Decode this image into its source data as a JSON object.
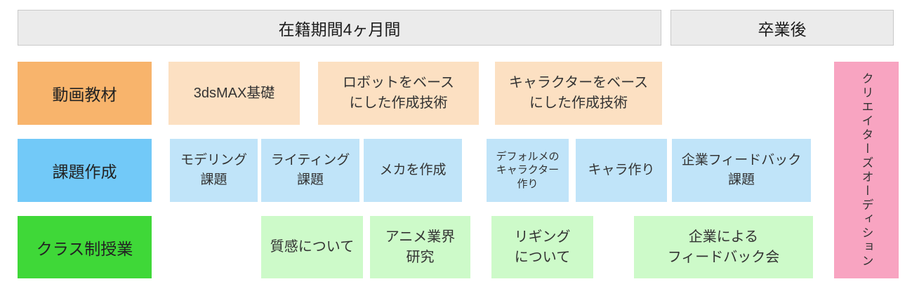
{
  "headers": {
    "enrollment": "在籍期間4ヶ月間",
    "graduation": "卒業後"
  },
  "rows": [
    {
      "label": "動画教材",
      "items": [
        "3dsMAX基礎",
        "ロボットをベース\nにした作成技術",
        "キャラクターをベース\nにした作成技術"
      ]
    },
    {
      "label": "課題作成",
      "items": [
        "モデリング\n課題",
        "ライティング\n課題",
        "メカを作成",
        "デフォルメの\nキャラクター\n作り",
        "キャラ作り",
        "企業フィードバック\n課題"
      ]
    },
    {
      "label": "クラス制授業",
      "items": [
        "質感について",
        "アニメ業界\n研究",
        "リギング\nについて",
        "企業による\nフィードバック会"
      ]
    }
  ],
  "audition_label": "クリエイターズオーディション",
  "colors": {
    "header_bg": "#ebebeb",
    "header_border": "#c9c9c9",
    "label_video": "#f8b46c",
    "label_task": "#72c9f8",
    "label_class": "#3fd838",
    "box_video": "#fce0c2",
    "box_task": "#c0e4f9",
    "box_class": "#cdfac9",
    "audition": "#f8a4c1"
  }
}
